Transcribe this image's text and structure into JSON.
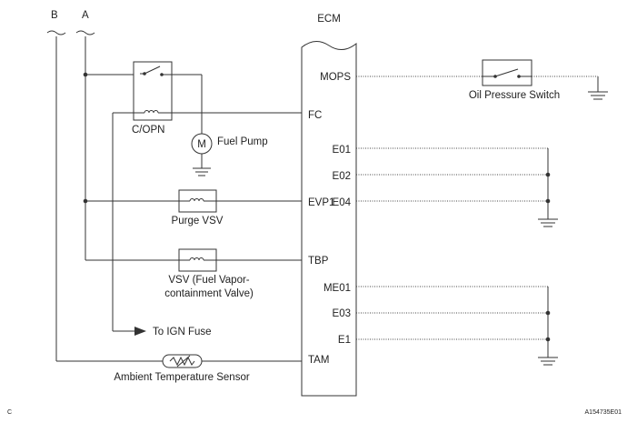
{
  "bus_labels": {
    "b": "B",
    "a": "A"
  },
  "ecm": {
    "title": "ECM",
    "pins": {
      "mops": "MOPS",
      "fc": "FC",
      "e01": "E01",
      "e02": "E02",
      "e04": "E04",
      "evp1": "EVP1",
      "tbp": "TBP",
      "me01": "ME01",
      "e03": "E03",
      "e1": "E1",
      "tam": "TAM"
    }
  },
  "components": {
    "copn": "C/OPN",
    "fuel_pump": "Fuel Pump",
    "motor_symbol": "M",
    "purge_vsv": "Purge VSV",
    "vsv_line1": "VSV (Fuel Vapor-",
    "vsv_line2": "containment Valve)",
    "to_ign_fuse": "To IGN Fuse",
    "ambient_sensor": "Ambient Temperature Sensor",
    "oil_pressure_switch": "Oil Pressure Switch"
  },
  "corner_label": "C",
  "figure_id": "A154735E01"
}
